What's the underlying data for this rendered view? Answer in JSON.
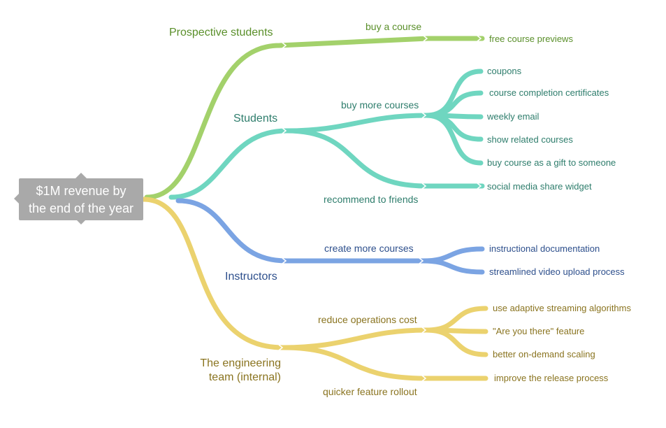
{
  "colors": {
    "green": "#a3d16b",
    "teal": "#6fd6c0",
    "blue": "#7ba4e3",
    "yellow": "#ebd26e",
    "root_bg": "#a9a9a9",
    "green_text": "#5a8f2a",
    "teal_text": "#2e7d6c",
    "blue_text": "#2d4f8c",
    "yellow_text": "#8a7420"
  },
  "root": {
    "line1": "$1M revenue by",
    "line2": "the end of the year"
  },
  "groups": {
    "prospective": {
      "label": "Prospective students",
      "goal": "buy a course",
      "leaves": [
        "free course previews"
      ]
    },
    "students": {
      "label": "Students",
      "goal1": "buy more courses",
      "leaves1": [
        "coupons",
        "course completion certificates",
        "weekly email",
        "show related courses",
        "buy course as a gift to someone"
      ],
      "goal2": "recommend to friends",
      "leaves2": [
        "social media share widget"
      ]
    },
    "instructors": {
      "label": "Instructors",
      "goal": "create more courses",
      "leaves": [
        "instructional documentation",
        "streamlined video upload process"
      ]
    },
    "engineering": {
      "label_line1": "The engineering",
      "label_line2": "team (internal)",
      "goal1": "reduce operations cost",
      "leaves1": [
        "use adaptive streaming algorithms",
        "\"Are you there\" feature",
        "better on-demand scaling"
      ],
      "goal2": "quicker feature rollout",
      "leaves2": [
        "improve the release process"
      ]
    }
  }
}
